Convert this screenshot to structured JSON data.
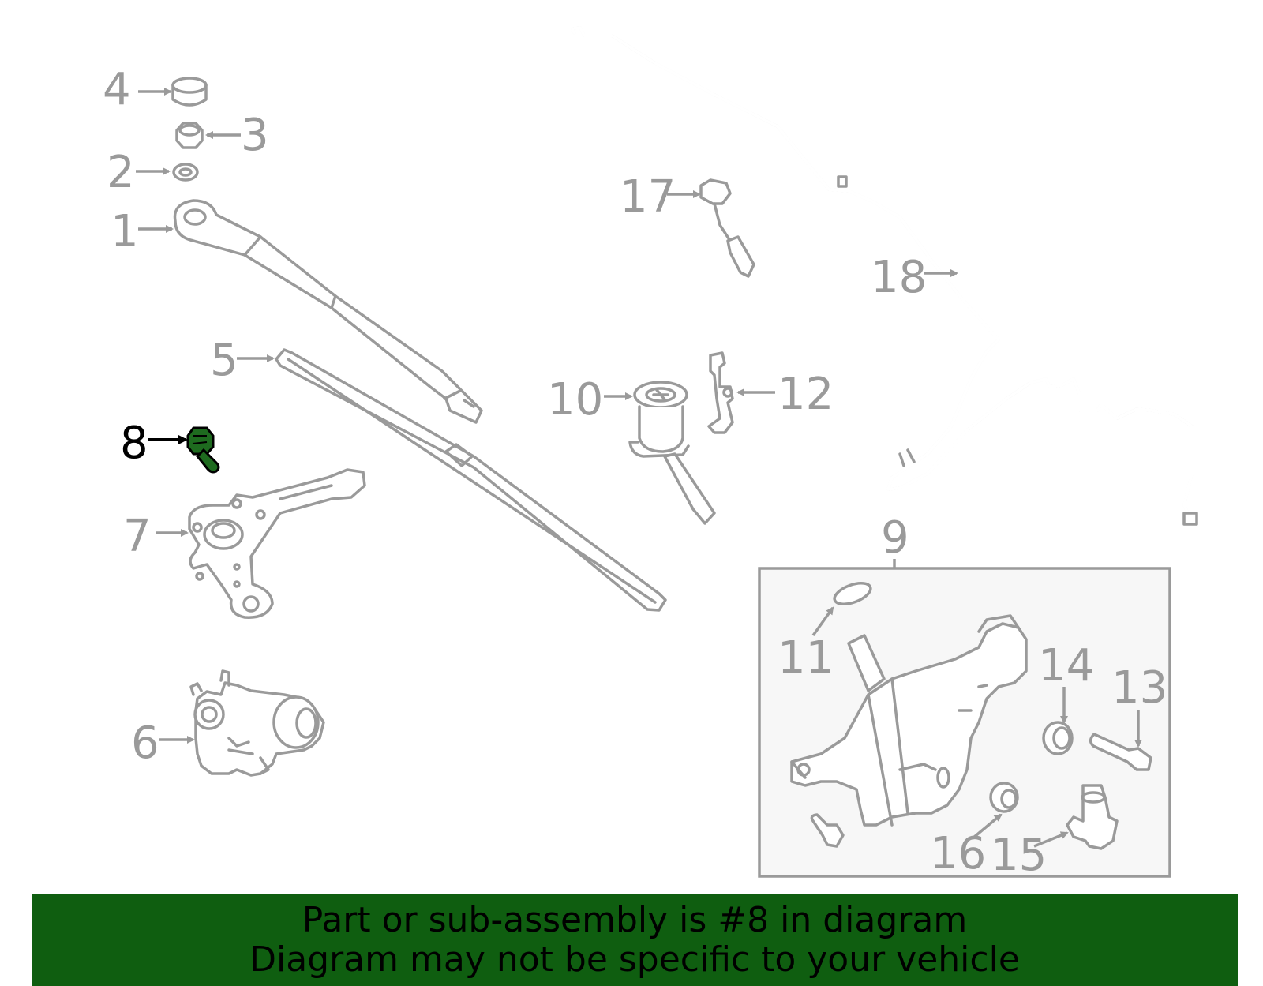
{
  "colors": {
    "part_stroke": "#9a9a9a",
    "highlight_fill": "#1e6b1f",
    "banner_bg": "#0f5e10",
    "label_gray": "#9a9a9a",
    "label_highlight": "#000000"
  },
  "highlighted_part": "8",
  "callouts": {
    "p1": "1",
    "p2": "2",
    "p3": "3",
    "p4": "4",
    "p5": "5",
    "p6": "6",
    "p7": "7",
    "p8": "8",
    "p9": "9",
    "p10": "10",
    "p11": "11",
    "p12": "12",
    "p13": "13",
    "p14": "14",
    "p15": "15",
    "p16": "16",
    "p17": "17",
    "p18": "18"
  },
  "banner": {
    "line1": "Part or sub-assembly is #8 in diagram",
    "line2": "Diagram may not be specific to your vehicle"
  }
}
